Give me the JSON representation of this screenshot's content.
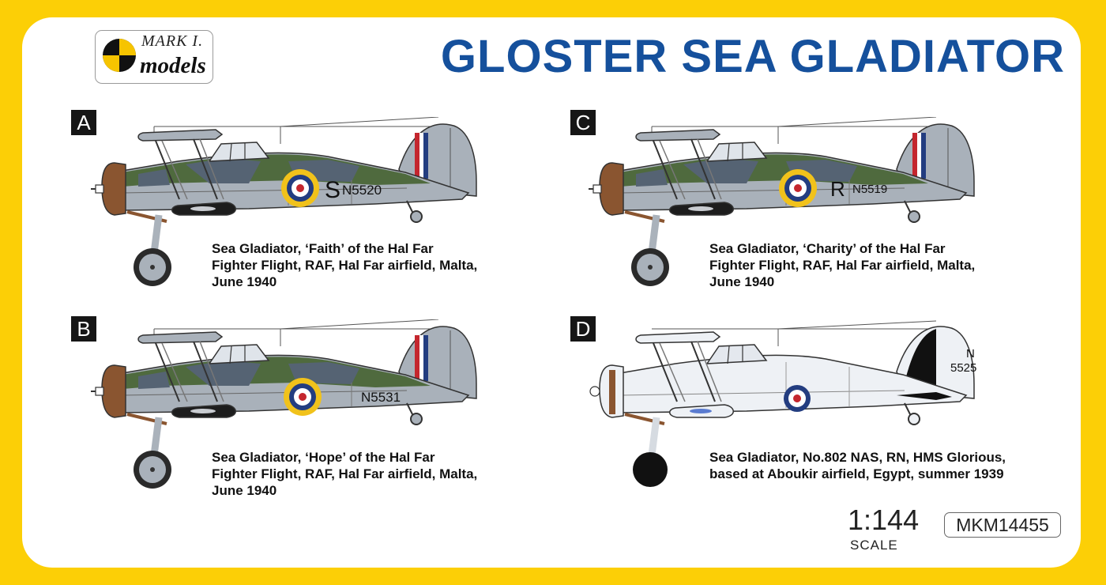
{
  "brand": {
    "mark": "MARK I.",
    "models": "models"
  },
  "title": "GLOSTER SEA GLADIATOR",
  "profiles": [
    {
      "letter": "A",
      "serial": "N5520",
      "code_letter": "S",
      "caption": [
        "Sea Gladiator, ‘Faith’ of the Hal Far",
        "Fighter Flight, RAF, Hal Far airfield, Malta,",
        "June 1940"
      ]
    },
    {
      "letter": "B",
      "serial": "N5531",
      "code_letter": "",
      "caption": [
        "Sea Gladiator, ‘Hope’ of the Hal Far",
        "Fighter Flight, RAF, Hal Far airfield, Malta,",
        "June 1940"
      ]
    },
    {
      "letter": "C",
      "serial": "N5519",
      "code_letter": "R",
      "caption": [
        "Sea Gladiator, ‘Charity’ of the Hal Far",
        "Fighter Flight, RAF, Hal Far airfield, Malta,",
        "June 1940"
      ]
    },
    {
      "letter": "D",
      "serial_top": "N",
      "serial_bottom": "5525",
      "caption": [
        "Sea Gladiator, No.802 NAS, RN, HMS Glorious,",
        "based at Aboukir airfield, Egypt, summer 1939"
      ]
    }
  ],
  "scale": {
    "value": "1:144",
    "label": "SCALE"
  },
  "product_code": "MKM14455",
  "colors": {
    "background": "#fccf06",
    "title": "#15509c",
    "camo_green": "#4f6a3e",
    "camo_slate": "#556373",
    "sky_grey": "#a9b1ba",
    "roundel_yellow": "#f1c21b",
    "roundel_blue": "#233d80",
    "roundel_red": "#c4262e",
    "cowling_brown": "#8a5530",
    "aluminium": "#eef1f5"
  }
}
